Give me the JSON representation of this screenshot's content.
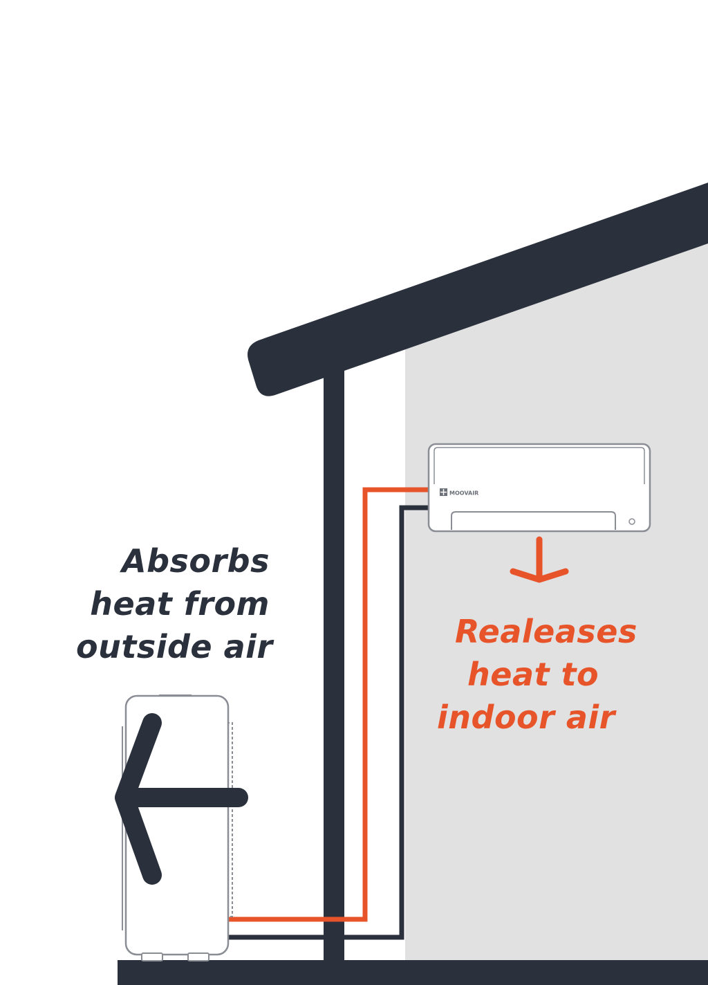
{
  "diagram": {
    "outdoor_label": [
      "Absorbs",
      "heat from",
      "outside air"
    ],
    "indoor_label": [
      "Realeases",
      "heat to",
      "indoor air"
    ],
    "brand": "MOOVAIR",
    "colors": {
      "structure": "#2a303c",
      "hot_pipe": "#e8542a",
      "interior_wall": "#e1e1e1",
      "unit_outline": "#8a8d94"
    },
    "icons": {
      "outdoor_arrow": "arrow-left-icon",
      "indoor_arrow": "arrow-down-icon",
      "brand_logo": "moovair-logo-icon"
    }
  }
}
